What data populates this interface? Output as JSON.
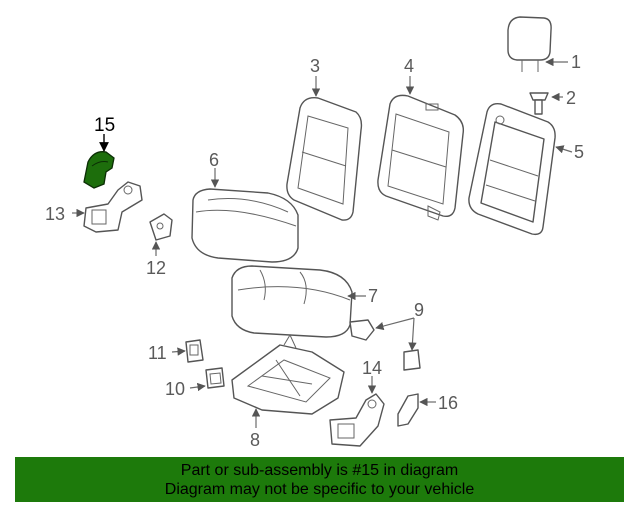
{
  "diagram": {
    "highlight_color": "#1d6e0c",
    "highlighted_part": "15",
    "labels": {
      "p1": "1",
      "p2": "2",
      "p3": "3",
      "p4": "4",
      "p5": "5",
      "p6": "6",
      "p7": "7",
      "p8": "8",
      "p9": "9",
      "p10": "10",
      "p11": "11",
      "p12": "12",
      "p13": "13",
      "p14": "14",
      "p15": "15",
      "p16": "16"
    }
  },
  "banner": {
    "color": "#1d7a0b",
    "line1": "Part or sub-assembly is #15 in diagram",
    "line2": "Diagram may not be specific to your vehicle"
  }
}
